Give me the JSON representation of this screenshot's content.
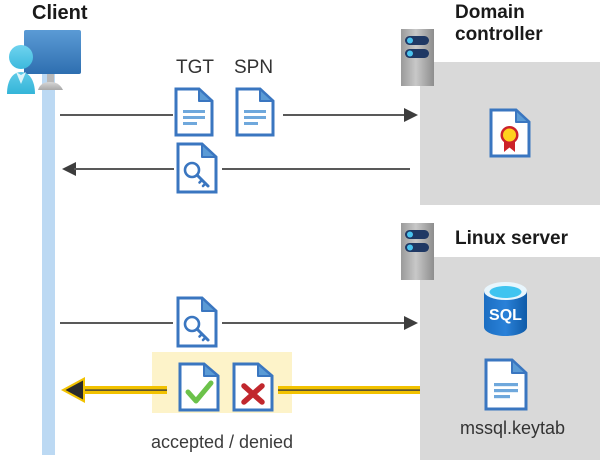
{
  "diagram": {
    "title_client": "Client",
    "title_domain_controller": "Domain\ncontroller",
    "title_domain_controller_line1": "Domain",
    "title_domain_controller_line2": "controller",
    "title_linux_server": "Linux server",
    "label_tgt": "TGT",
    "label_spn": "SPN",
    "label_accepted_denied": "accepted / denied",
    "label_keytab_file": "mssql.keytab",
    "label_sql": "SQL"
  },
  "icons": {
    "client_workstation": "client-workstation-icon",
    "server_rack_dc": "server-rack-icon",
    "server_rack_linux": "server-rack-icon",
    "certificate_document": "certificate-document-icon",
    "tgt_document": "text-document-icon",
    "spn_document": "text-document-icon",
    "ticket_key_document": "key-document-icon",
    "service_ticket_key_document": "key-document-icon",
    "accepted_document": "check-document-icon",
    "denied_document": "cross-document-icon",
    "sql_database": "sql-database-icon",
    "keytab_document": "text-document-icon"
  },
  "flows": [
    {
      "name": "client-to-dc-request",
      "direction": "right",
      "style": "thin-gray",
      "payload": "TGT + SPN"
    },
    {
      "name": "dc-to-client-ticket",
      "direction": "left",
      "style": "thin-gray",
      "payload": "service ticket"
    },
    {
      "name": "client-to-linux-ticket",
      "direction": "right",
      "style": "thin-gray",
      "payload": "service ticket"
    },
    {
      "name": "linux-to-client-result",
      "direction": "left",
      "style": "thick-yellow",
      "payload": "accepted / denied"
    }
  ],
  "colors": {
    "panel_gray": "#d9d9d9",
    "lifeline_blue": "#bcd9f3",
    "arrow_gray": "#595959",
    "arrow_yellow": "#f2c200",
    "highlight_yellow": "#fdf3c9",
    "doc_blue": "#3a76c0",
    "sql_blue": "#1b6ec2",
    "accept_green": "#6cc24a",
    "deny_red": "#c1272d",
    "cert_gold": "#ffd21e",
    "cert_red": "#cc2229",
    "heading_black": "#1a1a1a"
  }
}
